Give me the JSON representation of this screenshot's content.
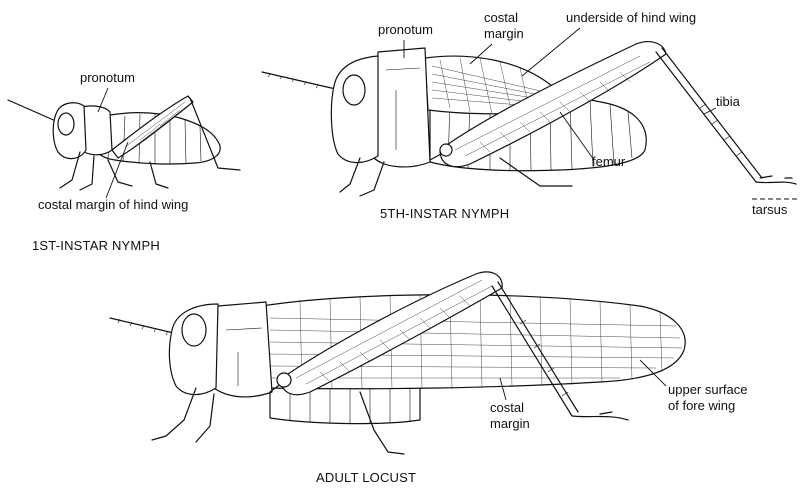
{
  "labels": {
    "nymph1": {
      "caption": "1ST-INSTAR NYMPH",
      "pronotum": "pronotum",
      "costal_margin_hind_wing": "costal margin of hind wing"
    },
    "nymph5": {
      "caption": "5TH-INSTAR NYMPH",
      "pronotum": "pronotum",
      "costal_line1": "costal",
      "costal_line2": "margin",
      "underside_hind_wing": "underside of hind wing",
      "tibia": "tibia",
      "femur": "femur",
      "tarsus": "tarsus"
    },
    "adult": {
      "caption": "ADULT LOCUST",
      "costal_line1": "costal",
      "costal_line2": "margin",
      "upper_surface_line1": "upper surface",
      "upper_surface_line2": "of fore wing"
    }
  }
}
